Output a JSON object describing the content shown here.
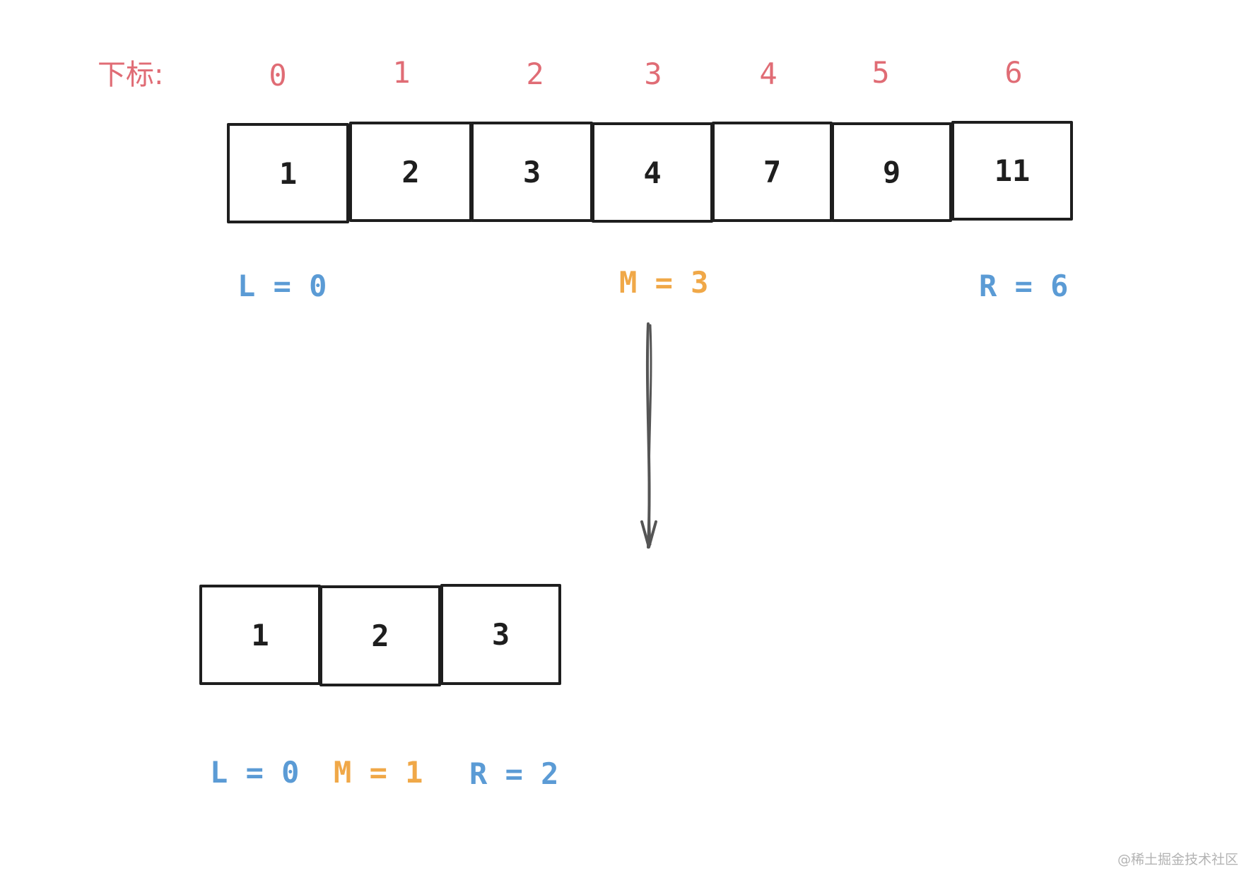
{
  "index_label": "下标:",
  "indices": [
    "0",
    "1",
    "2",
    "3",
    "4",
    "5",
    "6"
  ],
  "top_array": [
    "1",
    "2",
    "3",
    "4",
    "7",
    "9",
    "11"
  ],
  "top_pointers": {
    "left": "L = 0",
    "mid": "M = 3",
    "right": "R = 6"
  },
  "bottom_array": [
    "1",
    "2",
    "3"
  ],
  "bottom_pointers": {
    "left": "L = 0",
    "mid": "M = 1",
    "right": "R = 2"
  },
  "watermark": "@稀土掘金技术社区",
  "colors": {
    "index": "#e06c75",
    "bound_pointer": "#5b9bd5",
    "mid_pointer": "#f0a848",
    "box": "#1e1e1e",
    "arrow": "#555555"
  }
}
